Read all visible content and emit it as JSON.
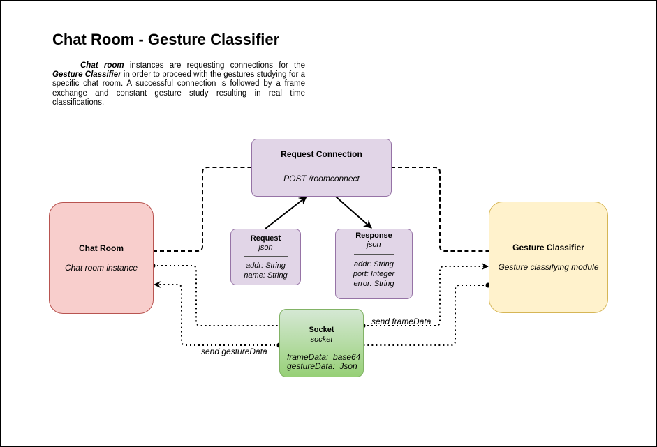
{
  "diagram": {
    "title": "Chat Room - Gesture Classifier",
    "description": {
      "lead_bold": "Chat room",
      "part1": " instances are requesting connections for the ",
      "classifier_bold": "Gesture Classifier",
      "part2": " in order to proceed with the gestures studying for a specific chat room. A successful connection is followed by a frame exchange and constant gesture study resulting in real time classifications."
    },
    "nodes": {
      "request_connection": {
        "title": "Request Connection",
        "subtitle": "POST /roomconnect"
      },
      "chat_room": {
        "title": "Chat Room",
        "subtitle": "Chat room instance"
      },
      "gesture_classifier": {
        "title": "Gesture Classifier",
        "subtitle": "Gesture classifying module"
      },
      "request": {
        "title": "Request",
        "type": "json",
        "fields": [
          "addr: String",
          "name: String"
        ]
      },
      "response": {
        "title": "Response",
        "type": "json",
        "fields": [
          "addr: String",
          "port: Integer",
          "error: String"
        ]
      },
      "socket": {
        "title": "Socket",
        "type": "socket",
        "fields": [
          "frameData:  base64",
          "gestureData:  Json"
        ]
      }
    },
    "edge_labels": {
      "send_frame": "send frameData",
      "send_gesture": "send gestureData"
    },
    "colors": {
      "purple_fill": "#e1d5e7",
      "purple_stroke": "#9673a6",
      "red_fill": "#f8cecc",
      "red_stroke": "#b85450",
      "yellow_fill": "#fff2cc",
      "yellow_stroke": "#d6b656",
      "green_top": "#d5e8d4",
      "green_bottom": "#97d077",
      "green_stroke": "#82b366"
    }
  }
}
